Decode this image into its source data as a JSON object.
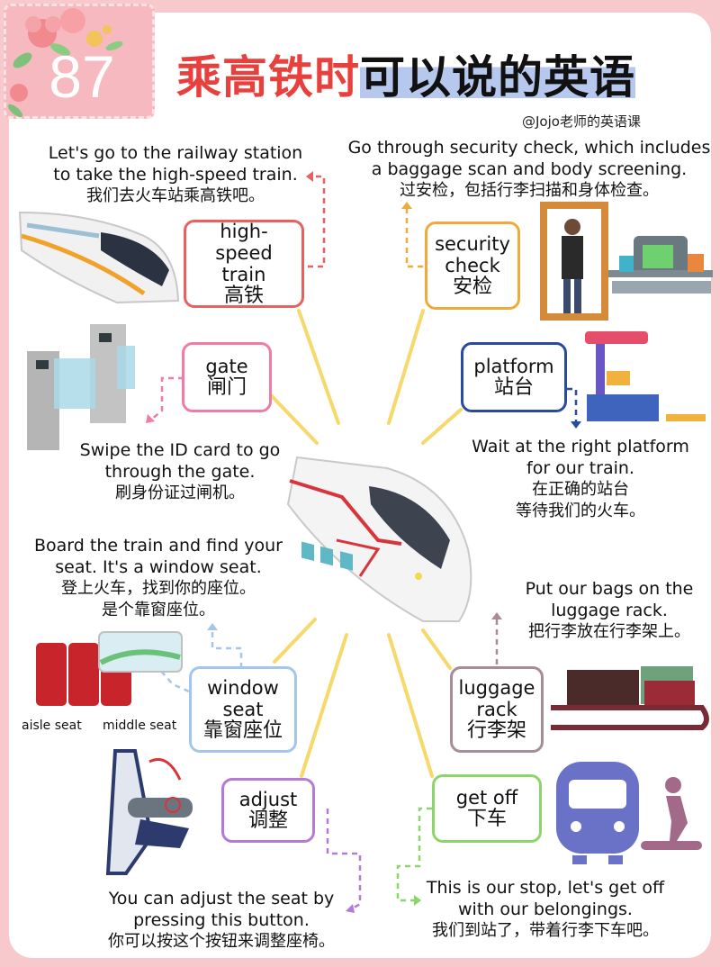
{
  "header": {
    "number": "87",
    "title_red": "乘高铁时",
    "title_black": "可以说的英语",
    "author": "@Jojo老师的英语课"
  },
  "colors": {
    "background": "#f7c9cd",
    "title_red": "#e8403d",
    "highlight": "#b7c8ee",
    "ray": "#f6d86b"
  },
  "items": {
    "high_speed_train": {
      "label_en": "high-speed train",
      "label_zh": "高铁",
      "sentence_en": [
        "Let's go to the railway station",
        "to take the high-speed train."
      ],
      "sentence_zh": [
        "我们去火车站乘高铁吧。"
      ],
      "color": "#e8615f"
    },
    "security_check": {
      "label_en": "security check",
      "label_zh": "安检",
      "sentence_en": [
        "Go through security check, which includes",
        "a baggage scan and body screening."
      ],
      "sentence_zh": [
        "过安检，包括行李扫描和身体检查。"
      ],
      "color": "#f0aa3c"
    },
    "gate": {
      "label_en": "gate",
      "label_zh": "闸门",
      "sentence_en": [
        "Swipe the ID card to go",
        "through the gate."
      ],
      "sentence_zh": [
        "刷身份证过闸机。"
      ],
      "color": "#f07ba6"
    },
    "platform": {
      "label_en": "platform",
      "label_zh": "站台",
      "sentence_en": [
        "Wait at the right platform",
        "for our train."
      ],
      "sentence_zh": [
        "在正确的站台",
        "等待我们的火车。"
      ],
      "color": "#2a4aa0"
    },
    "window_seat": {
      "label_en": "window seat",
      "label_zh": "靠窗座位",
      "sentence_en": [
        "Board the train and find your",
        "seat. It's a window seat."
      ],
      "sentence_zh": [
        "登上火车，找到你的座位。",
        "是个靠窗座位。"
      ],
      "color": "#a3c6ea",
      "aisle_label": "aisle seat",
      "middle_label": "middle seat"
    },
    "luggage_rack": {
      "label_en": "luggage rack",
      "label_zh": "行李架",
      "sentence_en": [
        "Put our bags on the",
        "luggage rack."
      ],
      "sentence_zh": [
        "把行李放在行李架上。"
      ],
      "color": "#a78b98"
    },
    "adjust": {
      "label_en": "adjust",
      "label_zh": "调整",
      "sentence_en": [
        "You can adjust the seat by",
        "pressing this button."
      ],
      "sentence_zh": [
        "你可以按这个按钮来调整座椅。"
      ],
      "color": "#b47bd6"
    },
    "get_off": {
      "label_en": "get off",
      "label_zh": "下车",
      "sentence_en": [
        "This is our stop, let's get off",
        "with our belongings."
      ],
      "sentence_zh": [
        "我们到站了，带着行李下车吧。"
      ],
      "color": "#8cd56a"
    }
  }
}
